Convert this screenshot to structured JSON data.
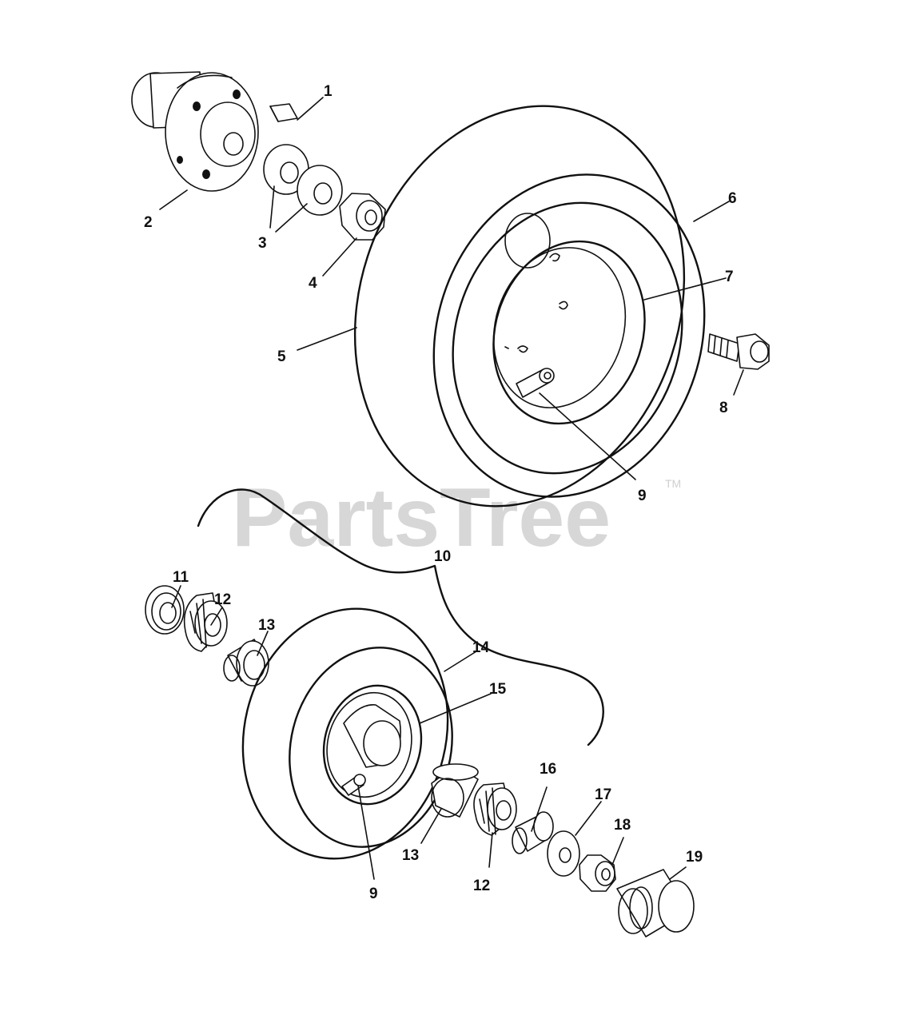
{
  "watermark": {
    "text": "PartsTree",
    "trademark": "TM"
  },
  "callouts": [
    {
      "id": "c1",
      "label": "1"
    },
    {
      "id": "c2",
      "label": "2"
    },
    {
      "id": "c3",
      "label": "3"
    },
    {
      "id": "c4",
      "label": "4"
    },
    {
      "id": "c5",
      "label": "5"
    },
    {
      "id": "c6",
      "label": "6"
    },
    {
      "id": "c7",
      "label": "7"
    },
    {
      "id": "c8",
      "label": "8"
    },
    {
      "id": "c9a",
      "label": "9"
    },
    {
      "id": "c10",
      "label": "10"
    },
    {
      "id": "c11",
      "label": "11"
    },
    {
      "id": "c12a",
      "label": "12"
    },
    {
      "id": "c13a",
      "label": "13"
    },
    {
      "id": "c14",
      "label": "14"
    },
    {
      "id": "c15",
      "label": "15"
    },
    {
      "id": "c16",
      "label": "16"
    },
    {
      "id": "c17",
      "label": "17"
    },
    {
      "id": "c18",
      "label": "18"
    },
    {
      "id": "c19",
      "label": "19"
    },
    {
      "id": "c13b",
      "label": "13"
    },
    {
      "id": "c12b",
      "label": "12"
    },
    {
      "id": "c9b",
      "label": "9"
    }
  ]
}
